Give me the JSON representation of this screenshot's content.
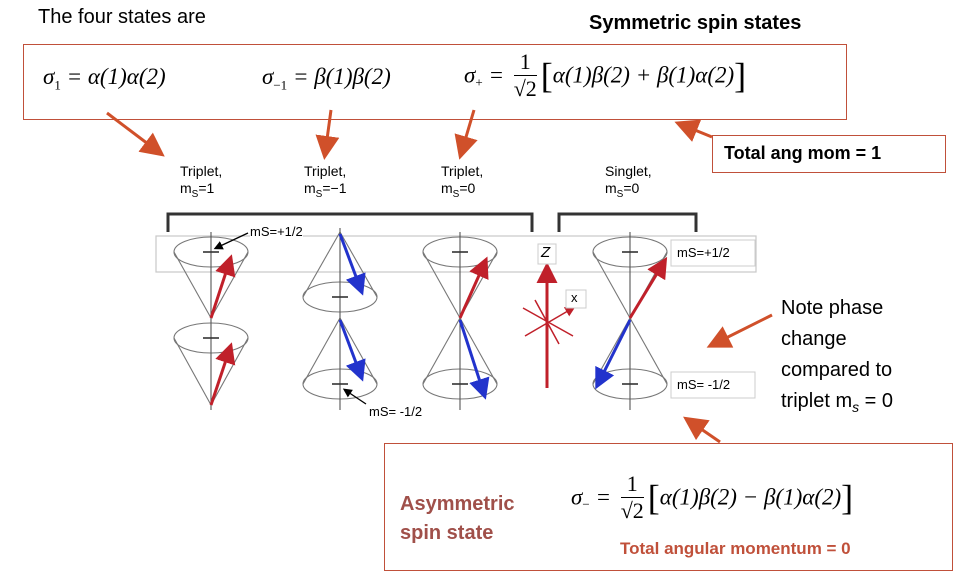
{
  "intro": "The four states are",
  "symmetric_title": "Symmetric spin states",
  "equations": {
    "sigma1": {
      "lhs": "σ",
      "sub": "1",
      "rhs": "= α(1)α(2)"
    },
    "sigma_minus1": {
      "lhs": "σ",
      "sub": "−1",
      "rhs": "= β(1)β(2)"
    },
    "sigma_plus": {
      "lhs": "σ",
      "sub": "+",
      "eq": "=",
      "num": "1",
      "den": "√2",
      "open": "[",
      "body": "α(1)β(2) + β(1)α(2)",
      "close": "]"
    },
    "sigma_minus": {
      "lhs": "σ",
      "sub": "−",
      "eq": "=",
      "num": "1",
      "den": "√2",
      "open": "[",
      "body": "α(1)β(2) − β(1)α(2)",
      "close": "]"
    }
  },
  "total_ang_mom": "Total ang mom = 1",
  "states": [
    {
      "name": "Triplet,",
      "ms_prefix": "m",
      "ms_sub": "S",
      "ms_value": "=1"
    },
    {
      "name": "Triplet,",
      "ms_prefix": "m",
      "ms_sub": "S",
      "ms_value": "=−1"
    },
    {
      "name": "Triplet,",
      "ms_prefix": "m",
      "ms_sub": "S",
      "ms_value": "=0"
    },
    {
      "name": "Singlet,",
      "ms_prefix": "m",
      "ms_sub": "S",
      "ms_value": "=0"
    }
  ],
  "cone_labels": {
    "plus_half_left": "mS=+1/2",
    "minus_half_left": "mS= -1/2",
    "plus_half_right": "mS=+1/2",
    "minus_half_right": "mS= -1/2"
  },
  "axes": {
    "z": "Z",
    "x": "x"
  },
  "note": [
    "Note phase",
    "change",
    "compared to",
    "triplet m",
    "s",
    " = 0"
  ],
  "asym_label": [
    "Asymmetric",
    "spin state"
  ],
  "total_angular_momentum": "Total angular momentum = 0",
  "colors": {
    "accent": "#c0503a",
    "asym": "#a0504a",
    "red_vector": "#c0202a",
    "blue_vector": "#2233cc"
  }
}
